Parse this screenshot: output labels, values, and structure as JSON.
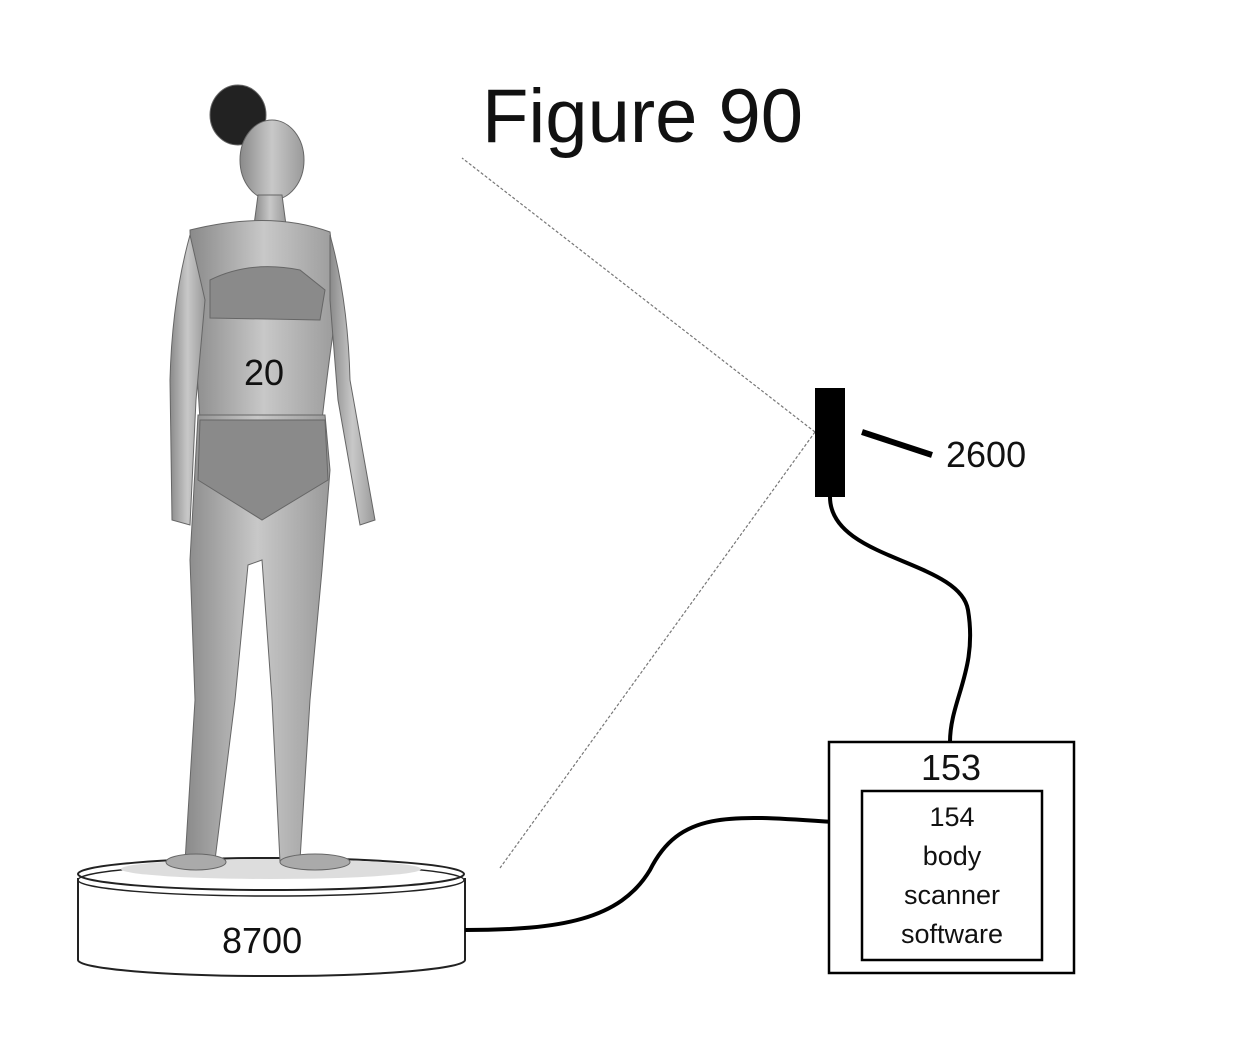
{
  "title": "Figure 90",
  "labels": {
    "person": "20",
    "turntable": "8700",
    "scanner": "2600",
    "computer": "153",
    "software_number": "154",
    "software_line1": "body",
    "software_line2": "scanner",
    "software_line3": "software"
  }
}
